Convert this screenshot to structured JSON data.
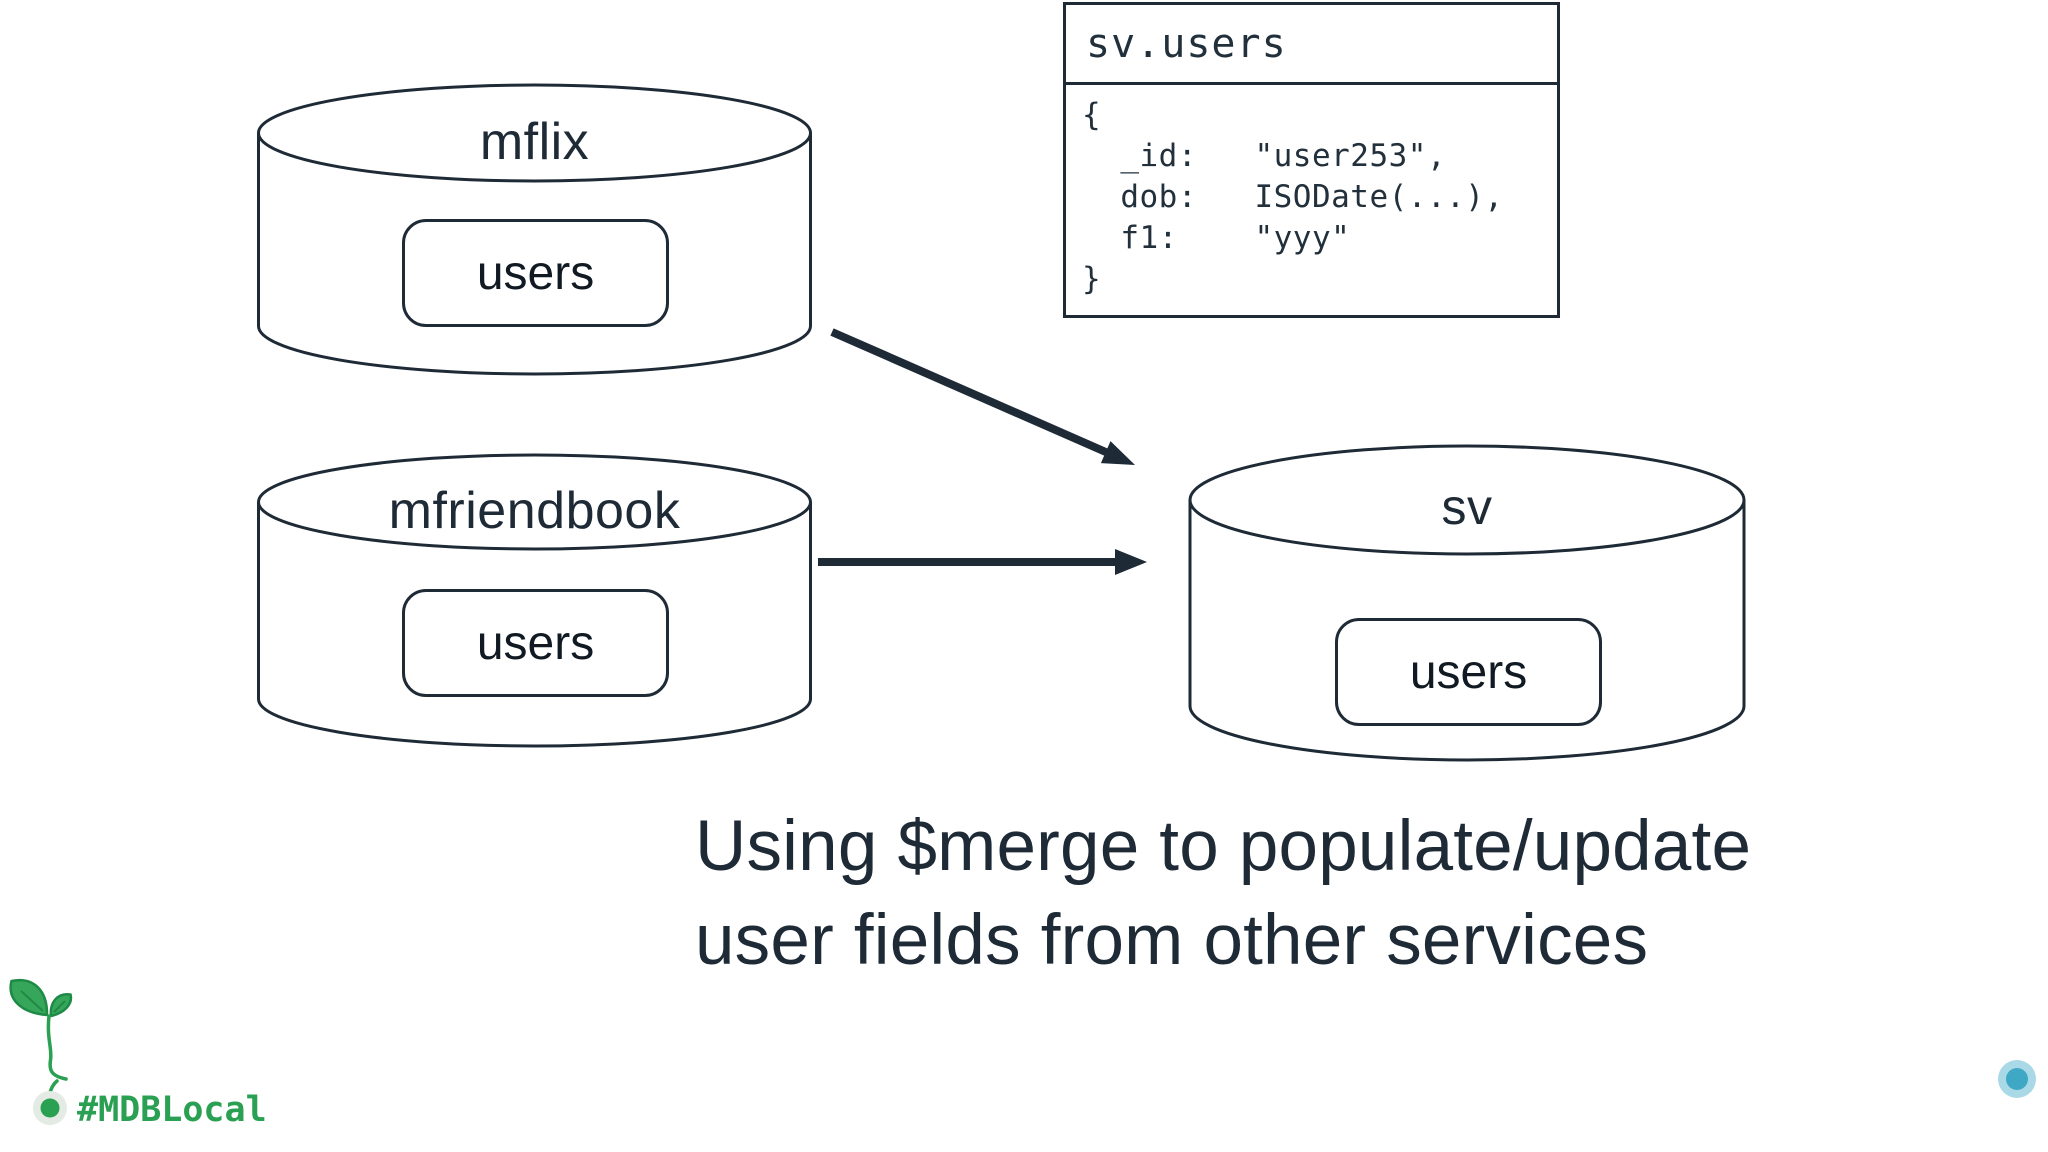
{
  "slide": {
    "caption_line1": "Using $merge to populate/update",
    "caption_line2": "user fields from other services"
  },
  "code_panel": {
    "title": "sv.users",
    "lines": [
      "{",
      "  _id:   \"user253\",",
      "  dob:   ISODate(...),",
      "  f1:    \"yyy\"",
      "}"
    ]
  },
  "databases": [
    {
      "name": "mflix",
      "collection": "users"
    },
    {
      "name": "mfriendbook",
      "collection": "users"
    },
    {
      "name": "sv",
      "collection": "users"
    }
  ],
  "footer": {
    "hashtag": "#MDBLocal"
  },
  "colors": {
    "ink": "#1e2a36",
    "brand_green": "#2aa052",
    "brand_teal": "#3fadc9",
    "background": "#ffffff"
  }
}
